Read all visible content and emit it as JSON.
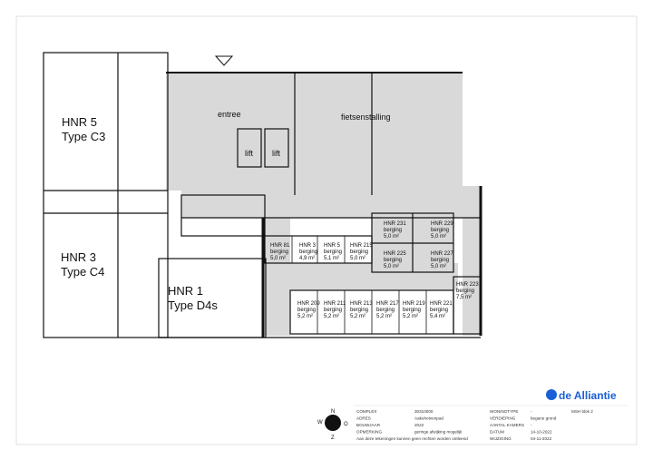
{
  "plan": {
    "units": [
      {
        "name": "HNR 5",
        "type": "Type C3"
      },
      {
        "name": "HNR 3",
        "type": "Type C4"
      },
      {
        "name": "HNR 1",
        "type": "Type D4s"
      }
    ],
    "rooms": {
      "entree": "entree",
      "fietsenstalling": "fietsenstalling",
      "lift1": "lift",
      "lift2": "lift"
    },
    "storage": [
      {
        "nr": "HNR 81",
        "label": "berging",
        "area": "5,0 m²"
      },
      {
        "nr": "HNR 3",
        "label": "berging",
        "area": "4,9 m²"
      },
      {
        "nr": "HNR 5",
        "label": "berging",
        "area": "5,1 m²"
      },
      {
        "nr": "HNR 215",
        "label": "berging",
        "area": "5,0 m²"
      },
      {
        "nr": "HNR 231",
        "label": "berging",
        "area": "5,0 m²"
      },
      {
        "nr": "HNR 229",
        "label": "berging",
        "area": "5,0 m²"
      },
      {
        "nr": "HNR 225",
        "label": "berging",
        "area": "5,0 m²"
      },
      {
        "nr": "HNR 227",
        "label": "berging",
        "area": "5,0 m²"
      },
      {
        "nr": "HNR 223",
        "label": "berging",
        "area": "7,5 m²"
      },
      {
        "nr": "HNR 209",
        "label": "berging",
        "area": "5,2 m²"
      },
      {
        "nr": "HNR 211",
        "label": "berging",
        "area": "5,2 m²"
      },
      {
        "nr": "HNR 213",
        "label": "berging",
        "area": "5,2 m²"
      },
      {
        "nr": "HNR 217",
        "label": "berging",
        "area": "5,2 m²"
      },
      {
        "nr": "HNR 219",
        "label": "berging",
        "area": "5,2 m²"
      },
      {
        "nr": "HNR 221",
        "label": "berging",
        "area": "5,4 m²"
      }
    ]
  },
  "compass": {
    "n": "N",
    "o": "O",
    "z": "Z",
    "w": "W"
  },
  "logo": {
    "text": "de Alliantie",
    "color": "#1a5fd6"
  },
  "titleblock": {
    "left": [
      {
        "label": "COMPLEX",
        "value": "30310000"
      },
      {
        "label": "ADRES",
        "value": "Aakuhotvenpad"
      },
      {
        "label": "BOUWJAAR",
        "value": "2022"
      },
      {
        "label": "OPMERKING",
        "value": "geringe afwijking mogelijk"
      }
    ],
    "disclaimer": "Aan deze tekeningen kunnen geen rechten worden ontleend",
    "right": [
      {
        "label": "WONINGTYPE",
        "value": "-"
      },
      {
        "label": "VERDIEPING",
        "value": "begane grond"
      },
      {
        "label": "AANTAL KAMERS",
        "value": "-"
      },
      {
        "label": "DATUM",
        "value": "14-10-2022"
      },
      {
        "label": "WIJZIGING",
        "value": "04-11-2022"
      }
    ],
    "project": "MSH blok 2"
  }
}
